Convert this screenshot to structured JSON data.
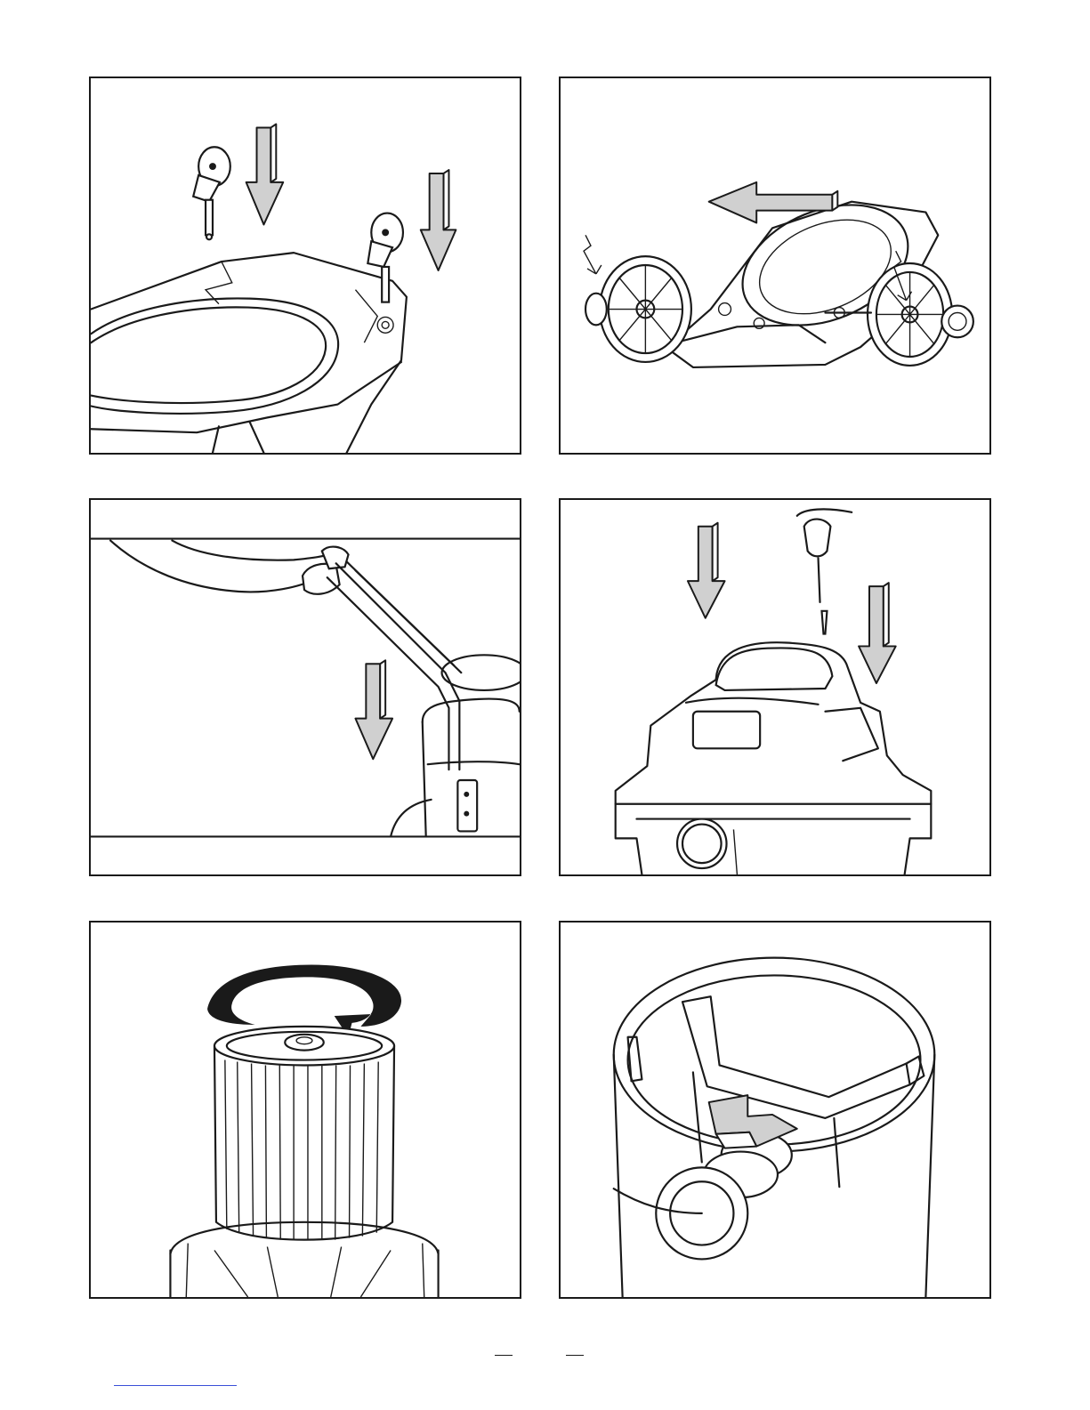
{
  "panels": [
    {
      "name": "caster-installation-illustration"
    },
    {
      "name": "rear-wheel-axle-illustration"
    },
    {
      "name": "handle-insertion-illustration"
    },
    {
      "name": "motor-head-screw-illustration"
    },
    {
      "name": "cartridge-filter-twist-illustration"
    },
    {
      "name": "tank-float-cage-illustration"
    }
  ],
  "colors": {
    "line": "#1a1a1a",
    "arrow_fill": "#d0d0d0",
    "paper": "#ffffff",
    "footer_link": "#3a4fd8"
  }
}
